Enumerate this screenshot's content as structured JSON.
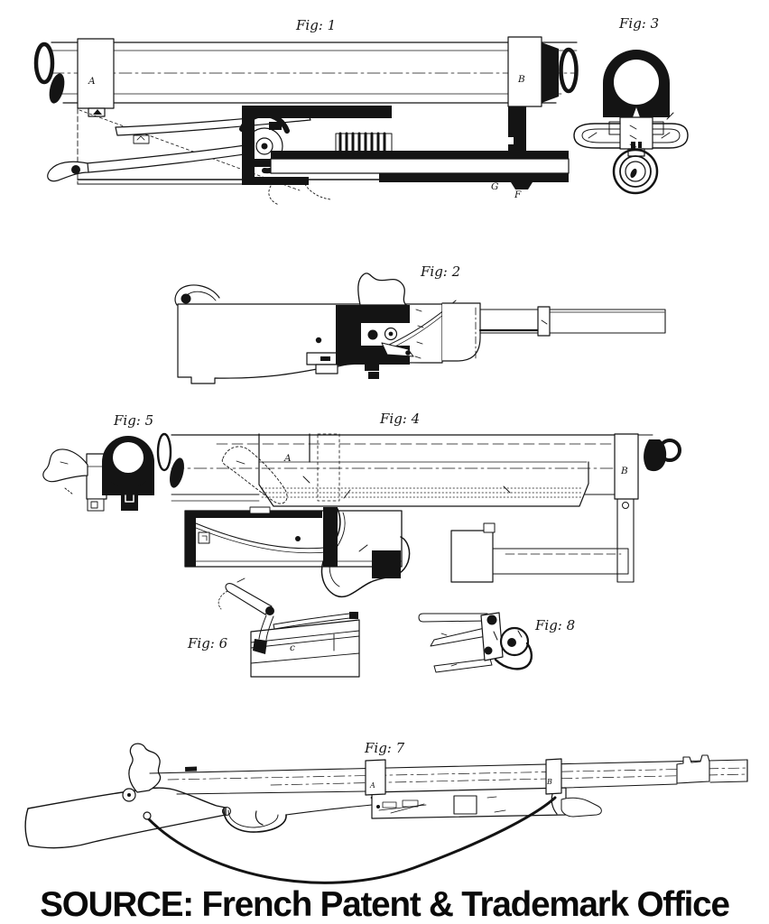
{
  "document": {
    "kind": "patent-drawing-sheet",
    "source_line": "SOURCE: French Patent & Trademark Office"
  },
  "colors": {
    "paper": "#ffffff",
    "ink": "#141414"
  },
  "figures": [
    {
      "label": "Fig: 1",
      "parts": [
        "A",
        "B",
        "G",
        "F"
      ]
    },
    {
      "label": "Fig: 3",
      "parts": []
    },
    {
      "label": "Fig: 2",
      "parts": []
    },
    {
      "label": "Fig: 5",
      "parts": []
    },
    {
      "label": "Fig: 4",
      "parts": [
        "A",
        "B"
      ]
    },
    {
      "label": "Fig: 6",
      "parts": [
        "c"
      ]
    },
    {
      "label": "Fig: 8",
      "parts": []
    },
    {
      "label": "Fig: 7",
      "parts": [
        "A",
        "B"
      ]
    }
  ]
}
